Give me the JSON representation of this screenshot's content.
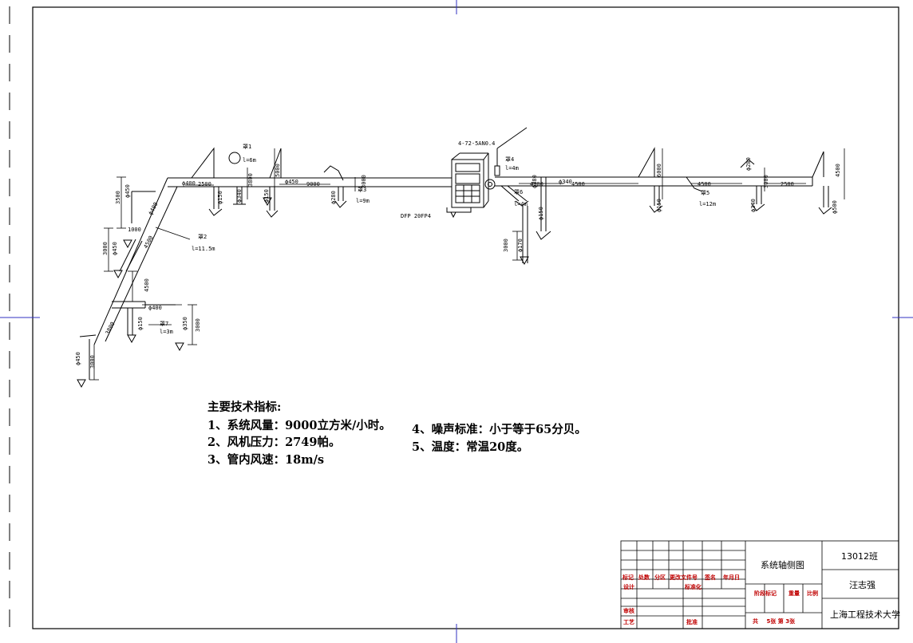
{
  "drawing": {
    "labels": {
      "fan_model": "4-72-5AN0.4",
      "filter_model": "DFP 20FP4",
      "d400_a": "ϕ400",
      "d400_b": "ϕ400",
      "d400_c": "ϕ400",
      "d450_a": "ϕ450",
      "d450_b": "ϕ450",
      "d450_c": "ϕ450",
      "d450_d": "ϕ450",
      "d150_a": "ϕ150",
      "d150_b": "ϕ150",
      "d150_c": "ϕ150",
      "d150_d": "ϕ150",
      "d150_e": "ϕ150",
      "d340_a": "ϕ340",
      "d340_b": "ϕ340",
      "d340_c": "ϕ340",
      "d350": "ϕ350",
      "d280": "ϕ280",
      "d170": "ϕ170",
      "d500": "ϕ500",
      "hood1": "罩1",
      "hood2": "罩2",
      "hood3": "罩3",
      "hood4": "罩4",
      "hood5": "罩5",
      "hood6": "罩6",
      "hood7": "罩7",
      "len_6m": "l=6m",
      "len_11_5m": "l=11.5m",
      "len_9m": "l=9m",
      "len_4m_a": "l=4m",
      "len_4m_b": "l=4m",
      "len_12m": "l=12m",
      "len_3m": "l=3m",
      "dim_2500_a": "2500",
      "dim_2500_b": "2500",
      "dim_9000": "9000",
      "dim_4000": "4000",
      "dim_4500_a": "4500",
      "dim_4500_b": "4500",
      "dim_4500_c": "4500",
      "dim_3000_a": "3000",
      "dim_3000_b": "3000",
      "dim_3000_c": "3000",
      "dim_3000_d": "3000",
      "dim_3000_e": "3000",
      "dim_3500": "3500",
      "dim_5000": "5000",
      "dim_6000": "6000",
      "dim_1000": "1000",
      "dim_5000b": "5000",
      "dim_3800": "3800"
    }
  },
  "specs": {
    "heading": "主要技术指标:",
    "item1": "1、系统风量：9000立方米/小时。",
    "item2": "2、风机压力：2749帕。",
    "item3": "3、管内风速：18m/s",
    "item4": "4、噪声标准：小于等于65分贝。",
    "item5": "5、温度：常温20度。"
  },
  "title_block": {
    "drawing_title": "系统轴侧图",
    "class": "13012班",
    "author": "汪志强",
    "school": "上海工程技术大学",
    "rev_mark": "标记",
    "rev_count": "处数",
    "rev_zone": "分区",
    "rev_doc": "更改文件号",
    "rev_sign": "签名",
    "rev_date": "年月日",
    "design": "设计",
    "standard": "标准化",
    "review": "审核",
    "process": "工艺",
    "approve": "批准",
    "stage_mark": "阶段标记",
    "weight": "重量",
    "scale": "比例",
    "total_prefix": "共",
    "total_sheets": "5",
    "sheet_mid": "张 第",
    "sheet_no": "3",
    "sheet_suffix": "张"
  }
}
